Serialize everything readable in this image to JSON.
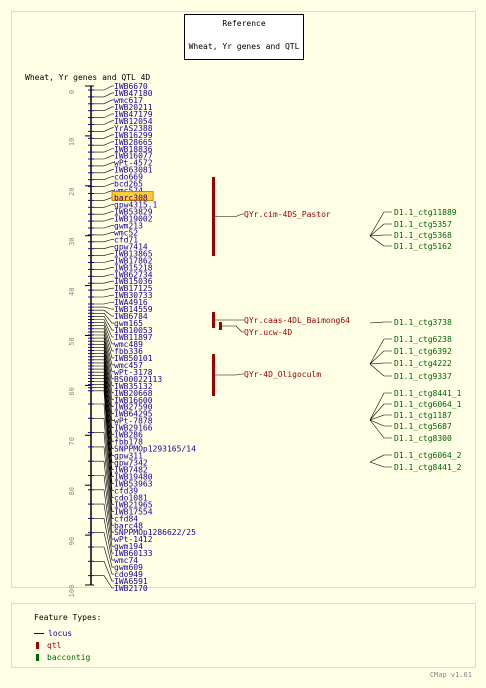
{
  "reference": {
    "title": "Reference",
    "subtitle": "Wheat, Yr genes and QTL"
  },
  "map": {
    "title": "Wheat, Yr genes and QTL 4D",
    "axis_ticks": [
      "0",
      "10",
      "20",
      "30",
      "40",
      "50",
      "60",
      "70",
      "80",
      "90",
      "100"
    ],
    "markers": [
      "IWB6670",
      "IWB47180",
      "wmc617",
      "IWB20211",
      "IWB47179",
      "IWB12054",
      "YrAS2388",
      "IWB16299",
      "IWB28665",
      "IWB18836",
      "IWB16077",
      "wPt-4572",
      "IWB63081",
      "cdo669",
      "bcd265",
      "wmc574",
      "barc308",
      "gpw4315.1",
      "IWB53829",
      "IWB19002",
      "gwm213",
      "wmc52",
      "cfd71",
      "gpw7414",
      "IWB13865",
      "IWB17862",
      "IWB15218",
      "IWB62734",
      "IWB15036",
      "IWB17125",
      "IWB30733",
      "IWA4916",
      "IWB14559",
      "IWB6784",
      "gwm165",
      "IWB10053",
      "IWB11897",
      "wmc489",
      "fbb336",
      "IWB50101",
      "wmc457",
      "wPt-3178",
      "BS00022113",
      "IWB35132",
      "IWB20668",
      "IWB16600",
      "IWB27590",
      "IWB64295",
      "wPt-7878",
      "IWB29166",
      "IWB286",
      "fbb178",
      "SNPPMOp1293165/14",
      "gpw311",
      "gpw7342",
      "IWB7482",
      "IWB19480",
      "IWB53963",
      "cfd39",
      "cdo1081",
      "IWB21965",
      "IWB17554",
      "cfd84",
      "barc48",
      "SNPPMOp1286622/25",
      "wPt-1412",
      "gwm194",
      "IWB60133",
      "wmc74",
      "gwm609",
      "cdo949",
      "IWA6591",
      "IWB2170"
    ],
    "highlighted_marker": "barc308",
    "qtls": [
      "QYr.cim-4DS_Pastor",
      "QYr.caas-4DL_Baimong64",
      "QYr.ucw-4D",
      "QYr-4D_Oligoculm"
    ],
    "contigs": [
      "D1.1_ctg11889",
      "D1.1_ctg5357",
      "D1.1_ctg5368",
      "D1.1_ctg5162",
      "D1.1_ctg3738",
      "D1.1_ctg6238",
      "D1.1_ctg6392",
      "D1.1_ctg4222",
      "D1.1_ctg9337",
      "D1.1_ctg8441_1",
      "D1.1_ctg6064_1",
      "D1.1_ctg1187",
      "D1.1_ctg5687",
      "D1.1_ctg8300",
      "D1.1_ctg6064_2",
      "D1.1_ctg8441_2"
    ]
  },
  "legend": {
    "title": "Feature Types:",
    "items": [
      {
        "label": "locus",
        "icon": "locus-line-icon"
      },
      {
        "label": "qtl",
        "icon": "qtl-box-icon"
      },
      {
        "label": "baccontig",
        "icon": "baccontig-box-icon"
      }
    ]
  },
  "footer": "CMap v1.01",
  "colors": {
    "marker": "#1a0099",
    "qtl": "#990000",
    "contig": "#006600",
    "highlight": "#ffcc33"
  }
}
